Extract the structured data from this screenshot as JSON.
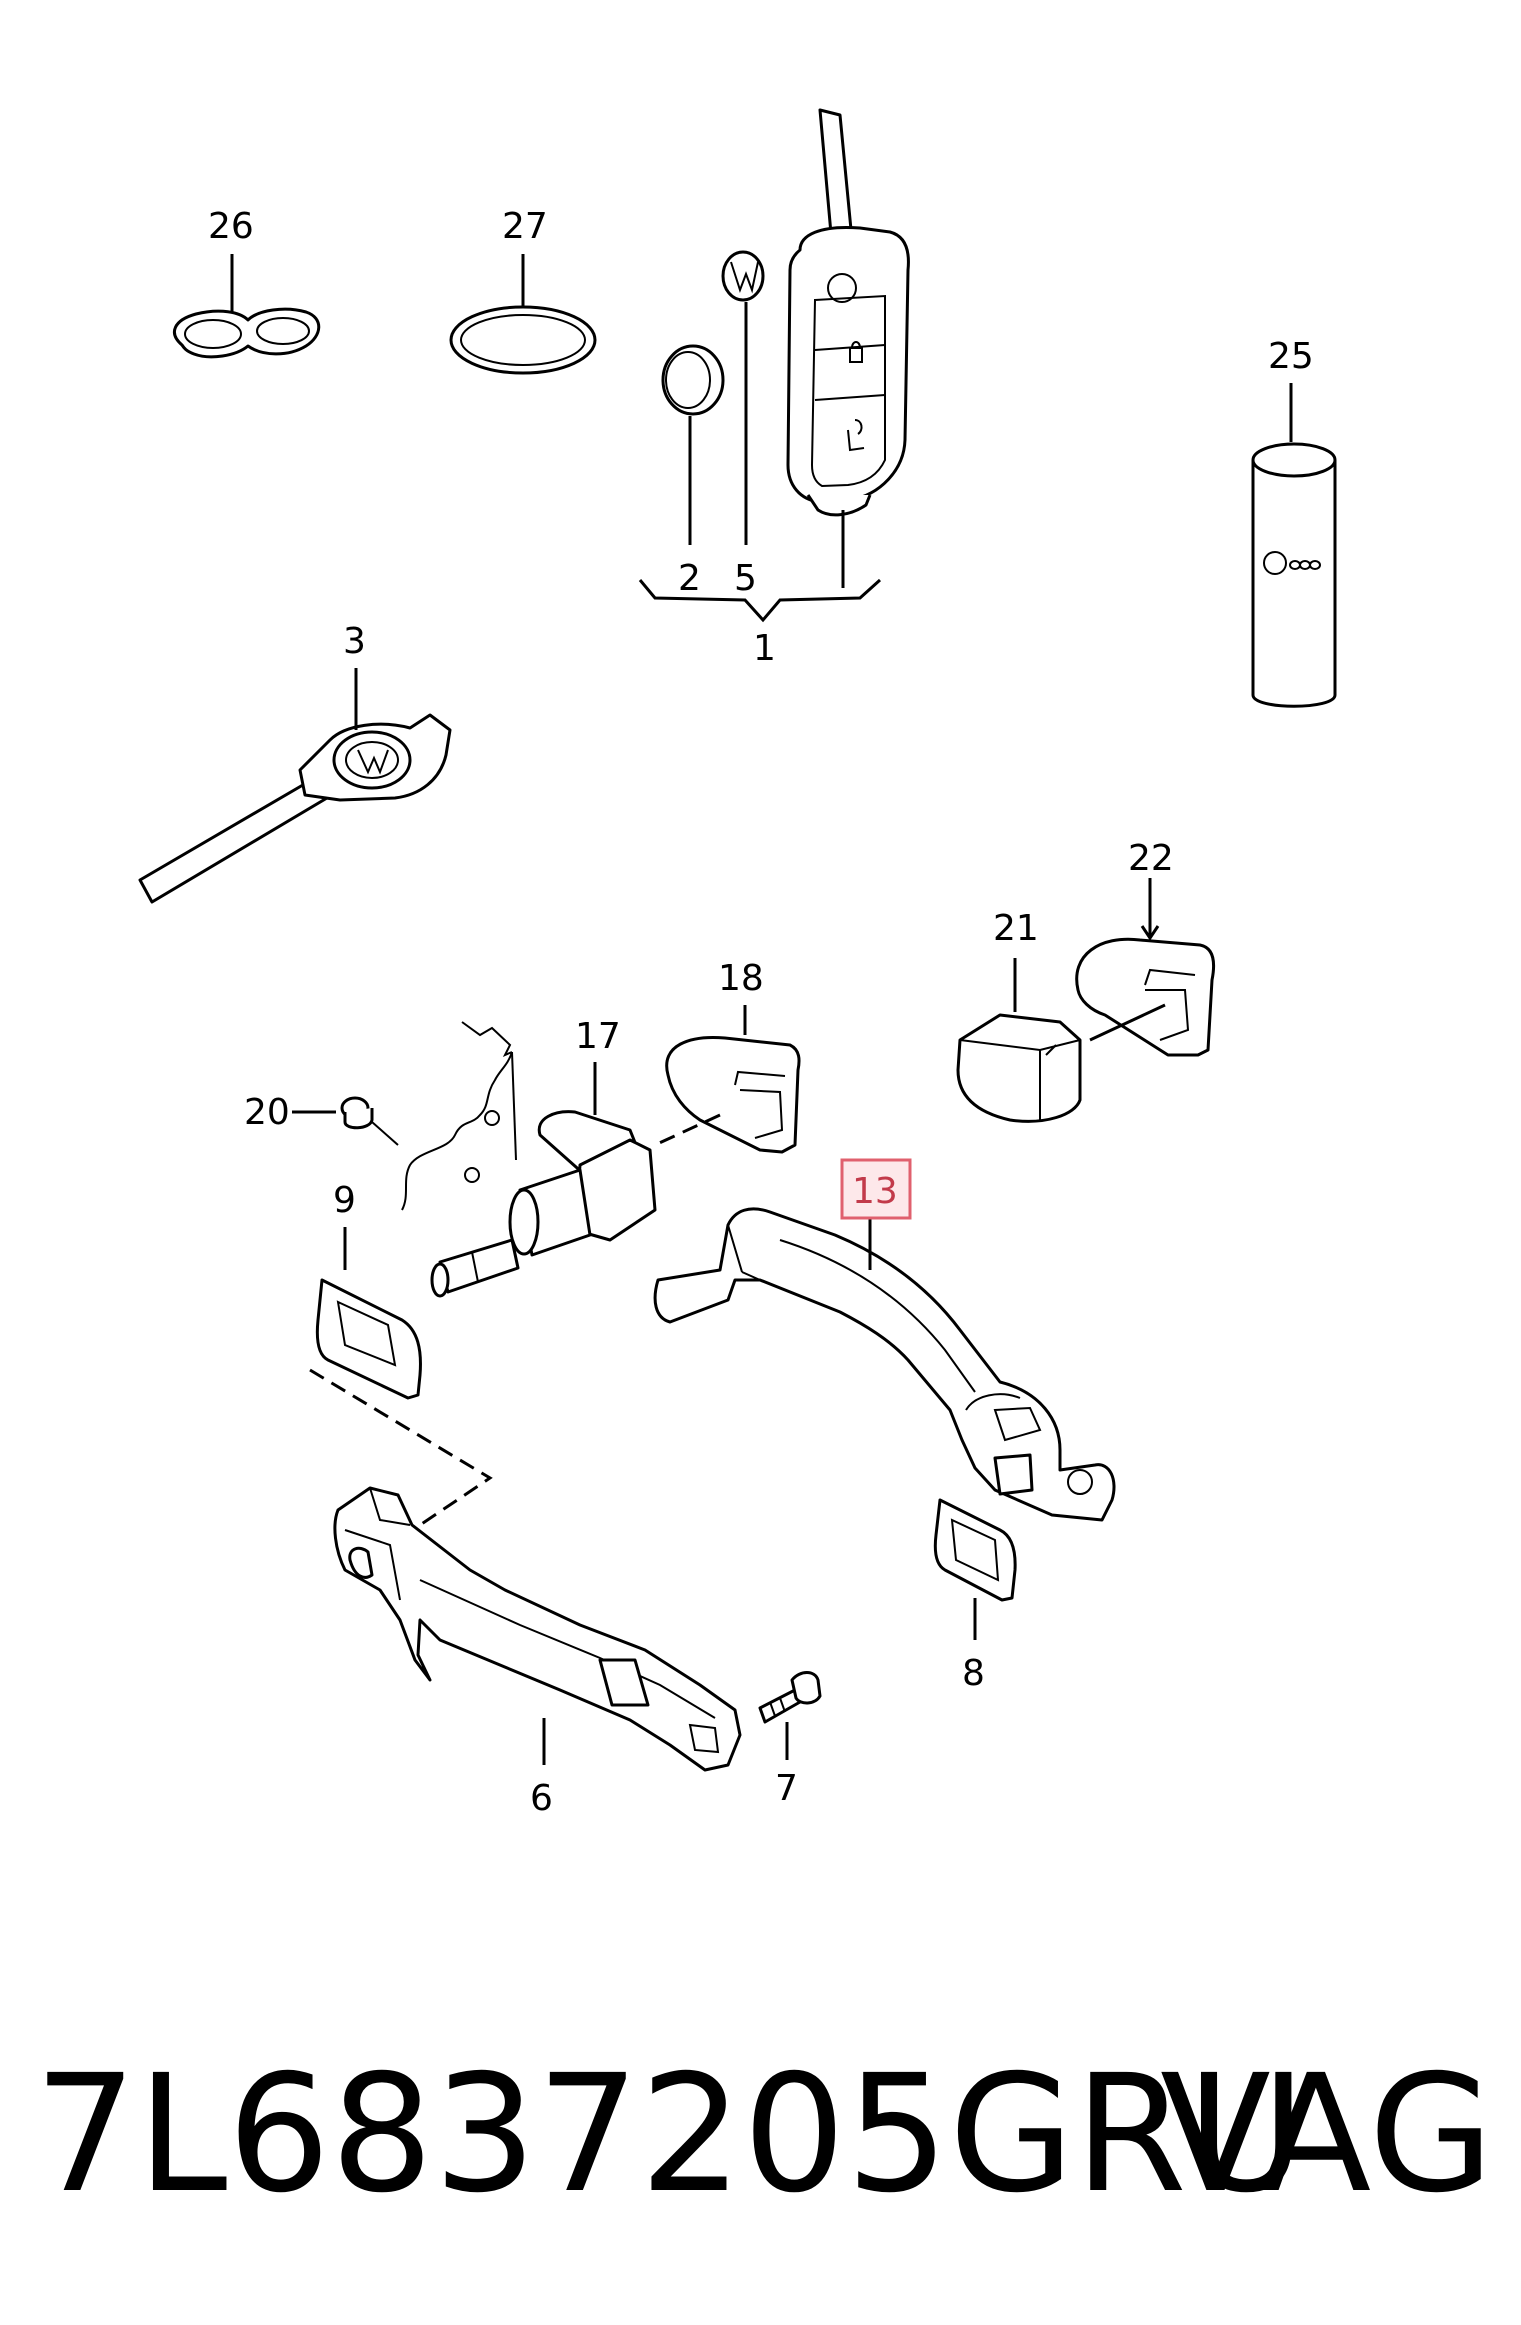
{
  "callouts": {
    "c26": "26",
    "c27": "27",
    "c25": "25",
    "c2": "2",
    "c5": "5",
    "c1": "1",
    "c3": "3",
    "c22": "22",
    "c21": "21",
    "c18": "18",
    "c17": "17",
    "c20": "20",
    "c9": "9",
    "c13": "13",
    "c8": "8",
    "c6": "6",
    "c7": "7"
  },
  "highlight": {
    "callout": "13",
    "color": "#e0606e",
    "fill": "#fde8ea"
  },
  "footer": {
    "part_number": "7L6837205GRU",
    "brand": "VAG"
  },
  "icons": {
    "key_fob": "folding-key-icon",
    "emblem": "vw-emblem-icon",
    "handle": "door-handle-icon"
  }
}
